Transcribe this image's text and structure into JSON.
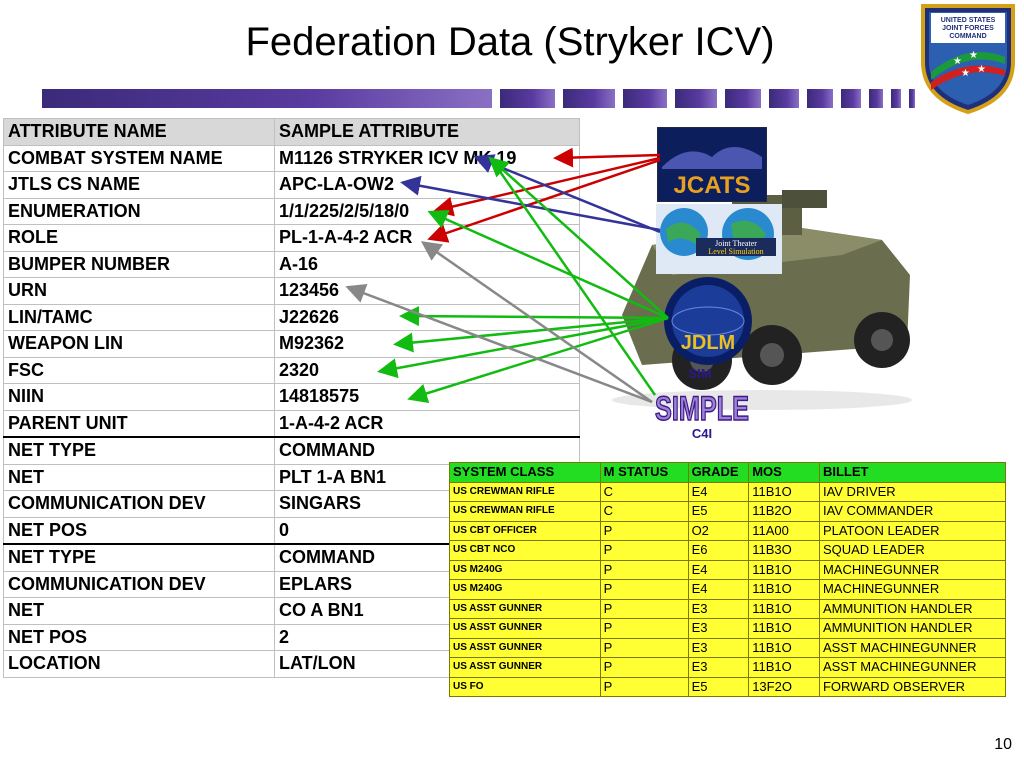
{
  "slide": {
    "title": "Federation Data (Stryker ICV)",
    "page_number": "10",
    "seal_text": [
      "UNITED STATES",
      "JOINT FORCES",
      "COMMAND"
    ]
  },
  "attribute_table": {
    "header": [
      "ATTRIBUTE NAME",
      "SAMPLE ATTRIBUTE"
    ],
    "rows": [
      [
        "COMBAT SYSTEM NAME",
        "M1126 STRYKER ICV MK 19"
      ],
      [
        "JTLS CS NAME",
        "APC-LA-OW2"
      ],
      [
        "ENUMERATION",
        "1/1/225/2/5/18/0"
      ],
      [
        "ROLE",
        "PL-1-A-4-2 ACR"
      ],
      [
        "BUMPER NUMBER",
        "A-16"
      ],
      [
        "URN",
        "123456"
      ],
      [
        "LIN/TAMC",
        "J22626"
      ],
      [
        "WEAPON LIN",
        "M92362"
      ],
      [
        "FSC",
        "2320"
      ],
      [
        "NIIN",
        "14818575"
      ],
      [
        "PARENT UNIT",
        "1-A-4-2 ACR"
      ],
      [
        "NET TYPE",
        "COMMAND"
      ],
      [
        "NET",
        "PLT 1-A BN1"
      ],
      [
        "COMMUNICATION DEV",
        "SINGARS"
      ],
      [
        "NET POS",
        "0"
      ],
      [
        "NET TYPE",
        "COMMAND"
      ],
      [
        "COMMUNICATION DEV",
        "EPLARS"
      ],
      [
        "NET",
        "CO A BN1"
      ],
      [
        "NET POS",
        "2"
      ],
      [
        "LOCATION",
        "LAT/LON"
      ]
    ]
  },
  "logos": {
    "jcats": "JCATS",
    "jtls_line1": "Joint Theater",
    "jtls_line2": "Level Simulation",
    "jdlm": "JDLM",
    "sim": "SIM",
    "simple": "SIMPLE",
    "c4i": "C4I"
  },
  "personnel_table": {
    "header": [
      "SYSTEM CLASS",
      "M STATUS",
      "GRADE",
      "MOS",
      "BILLET"
    ],
    "rows": [
      [
        "US CREWMAN RIFLE",
        "C",
        "E4",
        "11B1O",
        "IAV DRIVER"
      ],
      [
        "US CREWMAN RIFLE",
        "C",
        "E5",
        "11B2O",
        "IAV COMMANDER"
      ],
      [
        "US CBT OFFICER",
        "P",
        "O2",
        "11A00",
        "PLATOON LEADER"
      ],
      [
        "US CBT NCO",
        "P",
        "E6",
        "11B3O",
        "SQUAD LEADER"
      ],
      [
        "US M240G",
        "P",
        "E4",
        "11B1O",
        "MACHINEGUNNER"
      ],
      [
        "US M240G",
        "P",
        "E4",
        "11B1O",
        "MACHINEGUNNER"
      ],
      [
        "US ASST GUNNER",
        "P",
        "E3",
        "11B1O",
        "AMMUNITION HANDLER"
      ],
      [
        "US ASST GUNNER",
        "P",
        "E3",
        "11B1O",
        "AMMUNITION HANDLER"
      ],
      [
        "US ASST GUNNER",
        "P",
        "E3",
        "11B1O",
        "ASST MACHINEGUNNER"
      ],
      [
        "US ASST GUNNER",
        "P",
        "E3",
        "11B1O",
        "ASST MACHINEGUNNER"
      ],
      [
        "US FO",
        "P",
        "E5",
        "13F2O",
        "FORWARD OBSERVER"
      ]
    ]
  },
  "colors": {
    "header_bar": "#4a3390",
    "personnel_header": "#22dd22",
    "personnel_rows": "#ffff33",
    "arrow_jcats": "#cc0000",
    "arrow_jtls": "#333399",
    "arrow_jdlm": "#11bb11",
    "arrow_simple": "#888888"
  }
}
